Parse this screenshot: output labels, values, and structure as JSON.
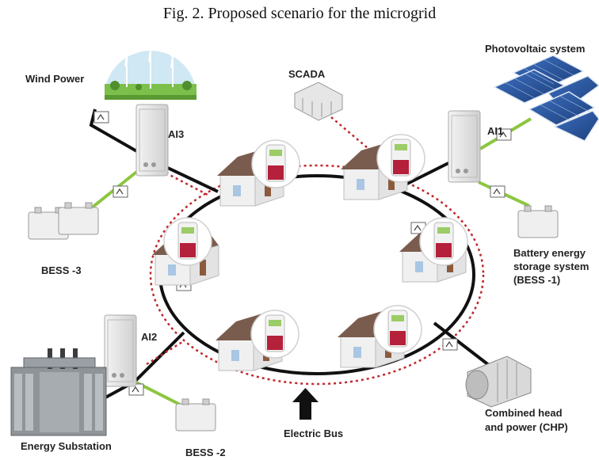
{
  "caption": "Fig. 2. Proposed scenario for the microgrid",
  "nodes": {
    "wind_power": "Wind Power",
    "scada": "SCADA",
    "photovoltaic": "Photovoltaic system",
    "ai1": "AI1",
    "ai2": "AI2",
    "ai3": "AI3",
    "bess1": "Battery energy storage system (BESS -1)",
    "bess1_line1": "Battery energy",
    "bess1_line2": "storage system",
    "bess1_line3": "(BESS -1)",
    "bess2": "BESS -2",
    "bess3": "BESS -3",
    "chp_line1": "Combined head",
    "chp_line2": "and power (CHP)",
    "energy_substation": "Energy Substation",
    "electric_bus": "Electric Bus"
  },
  "colors": {
    "bus": "#111111",
    "comm_link": "#c0282d",
    "storage_link": "#8cc63f",
    "pv_panel": "#2f5fa8",
    "house_roof": "#7a5c4e",
    "meter_red": "#b5203a",
    "meter_green": "#9ccc65"
  }
}
